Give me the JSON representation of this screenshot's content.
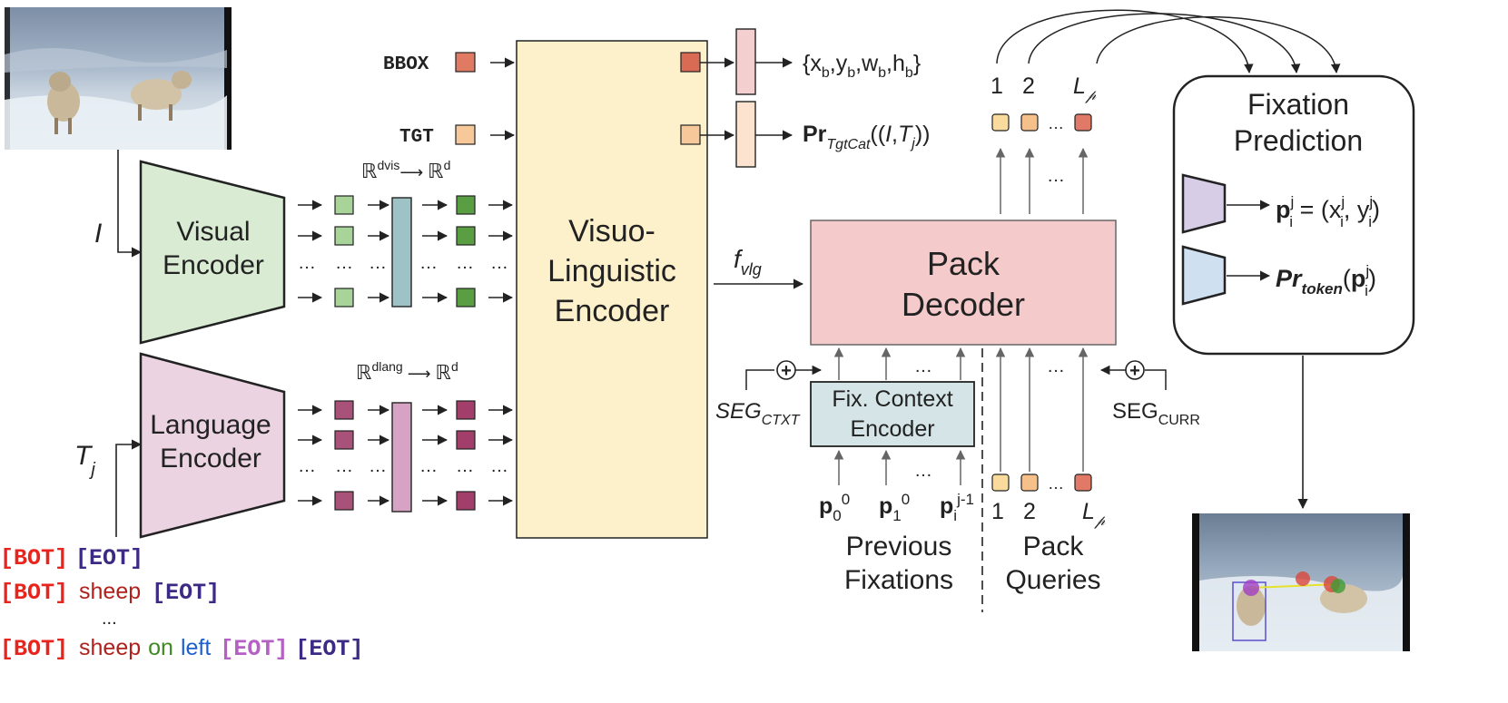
{
  "inputs": {
    "image_var": "I",
    "text_var_base": "T",
    "text_var_sub": "j"
  },
  "encoders": {
    "visual_l1": "Visual",
    "visual_l2": "Encoder",
    "language_l1": "Language",
    "language_l2": "Encoder",
    "vle_l1": "Visuo-",
    "vle_l2": "Linguistic",
    "vle_l3": "Encoder",
    "proj_vis": {
      "set": "ℝ",
      "from_sup": "dvis",
      "to_sup": "d"
    },
    "proj_lang": {
      "set": "ℝ",
      "from_sup": "dlang",
      "to_sup": "d"
    }
  },
  "tokens": {
    "bbox": "BBOX",
    "tgt": "TGT",
    "bbox_out": {
      "lbrace": "{",
      "x": "x",
      "y": "y",
      "w": "w",
      "h": "h",
      "sub": "b",
      "comma": ",",
      "rbrace": "}"
    },
    "tgt_out": {
      "pr": "Pr",
      "pr_sub": "TgtCat",
      "open": "((",
      "I": "I",
      "comma": ",",
      "T": "T",
      "T_sub": "j",
      "close": "))"
    }
  },
  "fvlg": {
    "base": "f",
    "sub": "vlg"
  },
  "decoder": {
    "l1": "Pack",
    "l2": "Decoder"
  },
  "context_encoder": {
    "l1": "Fix. Context",
    "l2": "Encoder"
  },
  "segments": {
    "ctxt_base": "SEG",
    "ctxt_sub": "CTXT",
    "curr_base": "SEG",
    "curr_sub": "CURR",
    "plus": "+"
  },
  "previous_fixations": {
    "p0_base": "p",
    "p0_sub": "0",
    "p0_sup": "0",
    "p1_base": "p",
    "p1_sub": "1",
    "p1_sup": "0",
    "pi_base": "p",
    "pi_sub": "i",
    "pi_sup": "j-1",
    "label_l1": "Previous",
    "label_l2": "Fixations"
  },
  "pack_queries": {
    "q1": "1",
    "q2": "2",
    "qL": "L",
    "qL_sub": "𝓅",
    "label_l1": "Pack",
    "label_l2": "Queries"
  },
  "outputs_top": {
    "o1": "1",
    "o2": "2",
    "oL": "L",
    "oL_sub": "𝓅"
  },
  "ellipsis": "…",
  "fixation_prediction": {
    "title_l1": "Fixation",
    "title_l2": "Prediction",
    "eq1": {
      "p": "p",
      "p_sub": "i",
      "p_sup": "j",
      "mid": " = (x",
      "x_sub": "i",
      "x_sup": "j",
      "sep": ", y",
      "y_sub": "i",
      "y_sup": "j",
      "end": ")"
    },
    "eq2": {
      "pr": "Pr",
      "pr_sub": "token",
      "open": "(",
      "p": "p",
      "p_sub": "i",
      "p_sup": "j",
      "close": ")"
    }
  },
  "prompts": {
    "bot": "[BOT]",
    "eot": "[EOT]",
    "sheep": "sheep",
    "on": "on",
    "left": "left",
    "dots": "..."
  },
  "colors": {
    "bot": "#e8241c",
    "eot_dark": "#3d2a84",
    "eot_light": "#b560c4",
    "sheep": "#b0201c",
    "on": "#3e8a22",
    "left": "#1e5fd0",
    "visual_encoder": "#d9ecd3",
    "language_encoder": "#ecd3e2",
    "vle": "#fdf1cb",
    "decoder": "#f4caca",
    "context_encoder": "#d4e4e7"
  }
}
